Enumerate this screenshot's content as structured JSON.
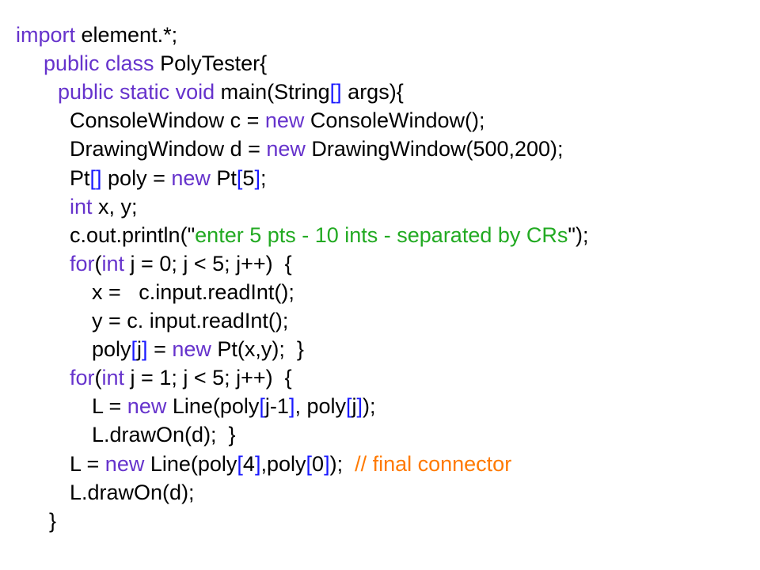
{
  "colors": {
    "plain": "#000000",
    "keyword": "#6633cc",
    "bracket": "#1a1aff",
    "string": "#22aa22",
    "comment": "#ff7a00"
  },
  "code_lines": [
    {
      "indent": 20,
      "tokens": [
        {
          "t": "import",
          "k": "keyword"
        },
        {
          "t": " element.*;",
          "k": "plain"
        }
      ]
    },
    {
      "indent": 55,
      "tokens": [
        {
          "t": "public class",
          "k": "keyword"
        },
        {
          "t": " PolyTester{",
          "k": "plain"
        }
      ]
    },
    {
      "indent": 73,
      "tokens": [
        {
          "t": "public static void",
          "k": "keyword"
        },
        {
          "t": " main(String",
          "k": "plain"
        },
        {
          "t": "[]",
          "k": "bracket"
        },
        {
          "t": " args){",
          "k": "plain"
        }
      ]
    },
    {
      "indent": 88,
      "tokens": [
        {
          "t": "ConsoleWindow c = ",
          "k": "plain"
        },
        {
          "t": "new",
          "k": "keyword"
        },
        {
          "t": " ConsoleWindow();",
          "k": "plain"
        }
      ]
    },
    {
      "indent": 88,
      "tokens": [
        {
          "t": "DrawingWindow d = ",
          "k": "plain"
        },
        {
          "t": "new",
          "k": "keyword"
        },
        {
          "t": " DrawingWindow(500,200);",
          "k": "plain"
        }
      ]
    },
    {
      "indent": 88,
      "tokens": [
        {
          "t": "Pt",
          "k": "plain"
        },
        {
          "t": "[]",
          "k": "bracket"
        },
        {
          "t": " poly = ",
          "k": "plain"
        },
        {
          "t": "new",
          "k": "keyword"
        },
        {
          "t": " Pt",
          "k": "plain"
        },
        {
          "t": "[",
          "k": "bracket"
        },
        {
          "t": "5",
          "k": "plain"
        },
        {
          "t": "]",
          "k": "bracket"
        },
        {
          "t": ";",
          "k": "plain"
        }
      ]
    },
    {
      "indent": 88,
      "tokens": [
        {
          "t": "int",
          "k": "keyword"
        },
        {
          "t": " x, y;",
          "k": "plain"
        }
      ]
    },
    {
      "indent": 88,
      "tokens": [
        {
          "t": "c.out.println(\"",
          "k": "plain"
        },
        {
          "t": "enter 5 pts - 10 ints - separated by CRs",
          "k": "string"
        },
        {
          "t": "\");",
          "k": "plain"
        }
      ]
    },
    {
      "indent": 88,
      "tokens": [
        {
          "t": "for",
          "k": "keyword"
        },
        {
          "t": "(",
          "k": "plain"
        },
        {
          "t": "int",
          "k": "keyword"
        },
        {
          "t": " j = 0; j < 5; j++)  {",
          "k": "plain"
        }
      ]
    },
    {
      "indent": 116,
      "tokens": [
        {
          "t": "x =   c.input.readInt();",
          "k": "plain"
        }
      ]
    },
    {
      "indent": 116,
      "tokens": [
        {
          "t": "y = c. input.readInt();",
          "k": "plain"
        }
      ]
    },
    {
      "indent": 116,
      "tokens": [
        {
          "t": "poly",
          "k": "plain"
        },
        {
          "t": "[",
          "k": "bracket"
        },
        {
          "t": "j",
          "k": "plain"
        },
        {
          "t": "]",
          "k": "bracket"
        },
        {
          "t": " = ",
          "k": "plain"
        },
        {
          "t": "new",
          "k": "keyword"
        },
        {
          "t": " Pt(x,y);  }",
          "k": "plain"
        }
      ]
    },
    {
      "indent": 88,
      "tokens": [
        {
          "t": "for",
          "k": "keyword"
        },
        {
          "t": "(",
          "k": "plain"
        },
        {
          "t": "int",
          "k": "keyword"
        },
        {
          "t": " j = 1; j < 5; j++)  {",
          "k": "plain"
        }
      ]
    },
    {
      "indent": 116,
      "tokens": [
        {
          "t": "L = ",
          "k": "plain"
        },
        {
          "t": "new",
          "k": "keyword"
        },
        {
          "t": " Line(poly",
          "k": "plain"
        },
        {
          "t": "[",
          "k": "bracket"
        },
        {
          "t": "j-1",
          "k": "plain"
        },
        {
          "t": "]",
          "k": "bracket"
        },
        {
          "t": ", poly",
          "k": "plain"
        },
        {
          "t": "[",
          "k": "bracket"
        },
        {
          "t": "j",
          "k": "plain"
        },
        {
          "t": "]",
          "k": "bracket"
        },
        {
          "t": ");",
          "k": "plain"
        }
      ]
    },
    {
      "indent": 116,
      "tokens": [
        {
          "t": "L.drawOn(d);  }",
          "k": "plain"
        }
      ]
    },
    {
      "indent": 88,
      "tokens": [
        {
          "t": "L = ",
          "k": "plain"
        },
        {
          "t": "new",
          "k": "keyword"
        },
        {
          "t": " Line(poly",
          "k": "plain"
        },
        {
          "t": "[",
          "k": "bracket"
        },
        {
          "t": "4",
          "k": "plain"
        },
        {
          "t": "]",
          "k": "bracket"
        },
        {
          "t": ",poly",
          "k": "plain"
        },
        {
          "t": "[",
          "k": "bracket"
        },
        {
          "t": "0",
          "k": "plain"
        },
        {
          "t": "]",
          "k": "bracket"
        },
        {
          "t": ");  ",
          "k": "plain"
        },
        {
          "t": "// final connector",
          "k": "comment"
        }
      ]
    },
    {
      "indent": 88,
      "tokens": [
        {
          "t": "L.drawOn(d);",
          "k": "plain"
        }
      ]
    },
    {
      "indent": 62,
      "tokens": [
        {
          "t": "}",
          "k": "plain"
        }
      ]
    }
  ]
}
